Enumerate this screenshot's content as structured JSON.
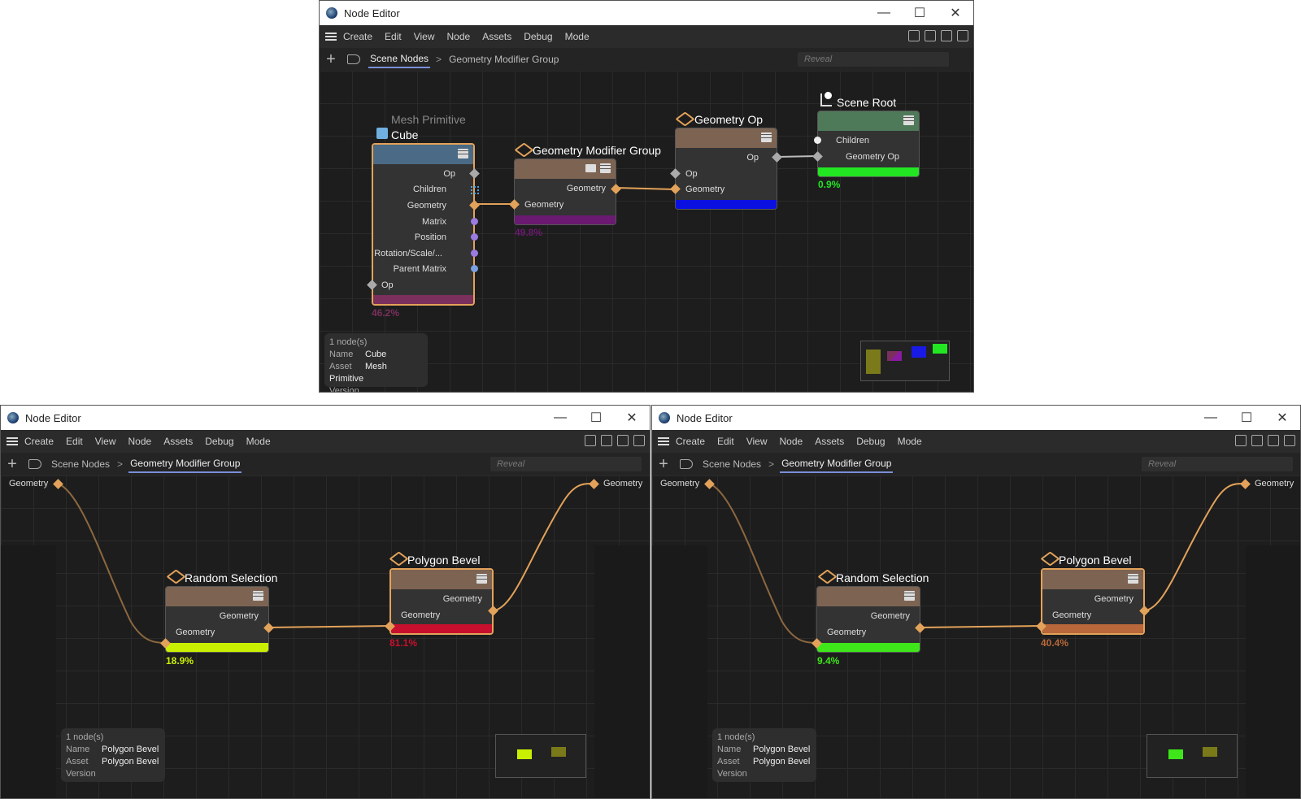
{
  "window_title": "Node Editor",
  "window_controls": {
    "minimize": "—",
    "maximize": "☐",
    "close": "✕"
  },
  "menu": [
    "Create",
    "Edit",
    "View",
    "Node",
    "Assets",
    "Debug",
    "Mode"
  ],
  "reveal_placeholder": "Reveal",
  "top": {
    "breadcrumb": [
      "Scene Nodes",
      "Geometry Modifier Group"
    ],
    "active_crumb": 0,
    "nodes": {
      "cube": {
        "subtitle": "Mesh Primitive",
        "title": "Cube",
        "ports_out": [
          "Op",
          "Children",
          "Geometry",
          "Matrix",
          "Position",
          "Rotation/Scale/...",
          "Parent Matrix"
        ],
        "port_in": "Op",
        "pct": "46.2%"
      },
      "gmg": {
        "title": "Geometry Modifier Group",
        "port_out": "Geometry",
        "port_in": "Geometry",
        "pct": "49.8%"
      },
      "gop": {
        "title": "Geometry Op",
        "port_out": "Op",
        "ports_in": [
          "Op",
          "Geometry"
        ]
      },
      "root": {
        "title": "Scene Root",
        "children_label": "Children",
        "child": "Geometry Op",
        "pct": "0.9%"
      }
    },
    "info": {
      "count": "1 node(s)",
      "name_label": "Name",
      "name": "Cube",
      "asset_label": "Asset",
      "asset": "Mesh Primitive",
      "version_label": "Version"
    }
  },
  "bottom_left": {
    "breadcrumb": [
      "Scene Nodes",
      "Geometry Modifier Group"
    ],
    "input_label": "Geometry",
    "output_label": "Geometry",
    "random": {
      "title": "Random Selection",
      "out": "Geometry",
      "in": "Geometry",
      "pct": "18.9%",
      "color": "#c8f000"
    },
    "bevel": {
      "title": "Polygon Bevel",
      "out": "Geometry",
      "in": "Geometry",
      "pct": "81.1%",
      "color": "#c8102e"
    },
    "info": {
      "count": "1 node(s)",
      "name_label": "Name",
      "name": "Polygon Bevel",
      "asset_label": "Asset",
      "asset": "Polygon Bevel",
      "version_label": "Version"
    }
  },
  "bottom_right": {
    "breadcrumb": [
      "Scene Nodes",
      "Geometry Modifier Group"
    ],
    "input_label": "Geometry",
    "output_label": "Geometry",
    "random": {
      "title": "Random Selection",
      "out": "Geometry",
      "in": "Geometry",
      "pct": "9.4%",
      "color": "#3ee61a"
    },
    "bevel": {
      "title": "Polygon Bevel",
      "out": "Geometry",
      "in": "Geometry",
      "pct": "40.4%",
      "color": "#b8683a"
    },
    "info": {
      "count": "1 node(s)",
      "name_label": "Name",
      "name": "Polygon Bevel",
      "asset_label": "Asset",
      "asset": "Polygon Bevel",
      "version_label": "Version"
    }
  }
}
